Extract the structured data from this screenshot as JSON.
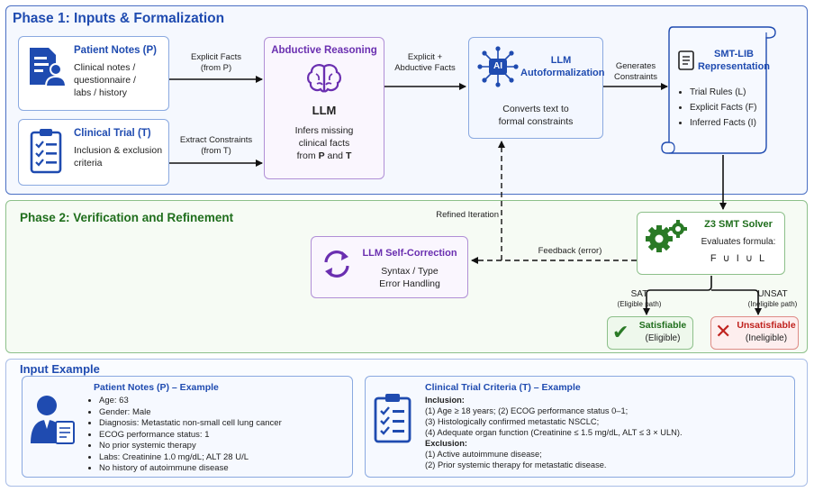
{
  "phase1": {
    "title": "Phase 1: Inputs & Formalization",
    "patient_notes": {
      "title": "Patient Notes (P)",
      "desc": [
        "Clinical notes /",
        "questionnaire /",
        "labs / history"
      ]
    },
    "clinical_trial": {
      "title": "Clinical Trial (T)",
      "desc": [
        "Inclusion & exclusion",
        "criteria"
      ]
    },
    "edge_explicit": [
      "Explicit Facts",
      "(from P)"
    ],
    "edge_extract": [
      "Extract Constraints",
      "(from T)"
    ],
    "abductive": {
      "title": "Abductive Reasoning",
      "subtitle": "LLM",
      "desc": [
        "Infers missing",
        "clinical facts"
      ],
      "from_pre": "from ",
      "from_p": "P",
      "from_and": " and ",
      "from_t": "T"
    },
    "edge_abductive": [
      "Explicit +",
      "Abductive Facts"
    ],
    "autoformalization": {
      "title_1": "LLM",
      "title_2": "Autoformalization",
      "ai_label": "AI",
      "desc": [
        "Converts text to",
        "formal constraints"
      ]
    },
    "edge_generates": [
      "Generates",
      "Constraints"
    ],
    "smt": {
      "title_1": "SMT-LIB",
      "title_2": "Representation",
      "items": [
        "Trial Rules (L)",
        "Explicit Facts (F)",
        "Inferred Facts (I)"
      ]
    }
  },
  "phase2": {
    "title": "Phase 2:  Verification and Refinement",
    "refined": "Refined Iteration",
    "self_correction": {
      "title": "LLM Self-Correction",
      "desc": [
        "Syntax / Type",
        "Error Handling"
      ]
    },
    "feedback": "Feedback (error)",
    "z3": {
      "title": "Z3 SMT Solver",
      "desc": "Evaluates formula:",
      "formula": "F ∪ I ∪ L"
    },
    "sat_label": [
      "SAT",
      "(Eligible path)"
    ],
    "unsat_label": [
      "UNSAT",
      "(Ineligible path)"
    ],
    "satisfiable": {
      "title": "Satisfiable",
      "desc": "(Eligible)"
    },
    "unsatisfiable": {
      "title": "Unsatisfiable",
      "desc": "(Ineligible)"
    }
  },
  "input_example": {
    "title": "Input Example",
    "patient": {
      "title": "Patient Notes (P) – Example",
      "items": [
        "Age: 63",
        "Gender: Male",
        "Diagnosis: Metastatic non-small cell lung cancer",
        "ECOG performance status: 1",
        "No prior systemic therapy",
        "Labs: Creatinine 1.0 mg/dL; ALT 28 U/L",
        "No history of autoimmune disease"
      ]
    },
    "trial": {
      "title": "Clinical Trial Criteria (T) – Example",
      "inclusion_label": "Inclusion:",
      "inclusion": [
        "(1) Age ≥ 18 years; (2) ECOG performance status 0–1;",
        "(3) Histologically confirmed metastatic NSCLC;",
        "(4) Adequate organ function (Creatinine ≤ 1.5 mg/dL, ALT ≤ 3 × ULN)."
      ],
      "exclusion_label": "Exclusion:",
      "exclusion": [
        "(1) Active autoimmune disease;",
        "(2) Prior systemic therapy for metastatic disease."
      ]
    }
  },
  "colors": {
    "blue": "#1f4bb0",
    "purple": "#6a2fb0",
    "green": "#1f6e1c",
    "red": "#c0221e"
  }
}
